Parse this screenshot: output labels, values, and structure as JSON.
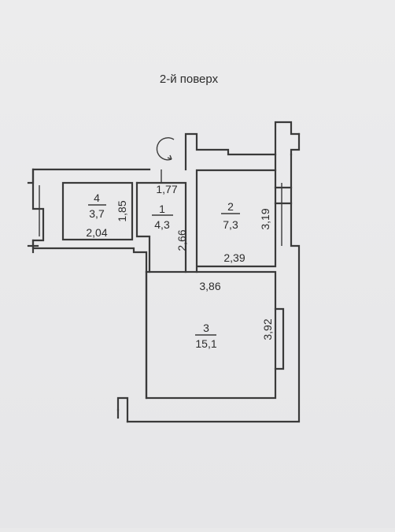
{
  "floor_title": "2-й поверх",
  "rooms": [
    {
      "number": "1",
      "area": "4,3"
    },
    {
      "number": "2",
      "area": "7,3"
    },
    {
      "number": "3",
      "area": "15,1"
    },
    {
      "number": "4",
      "area": "3,7"
    }
  ],
  "dimensions": {
    "room1_top": "1,77",
    "room1_side": "2,66",
    "room2_side": "3,19",
    "room2_bottom": "2,39",
    "room3_top": "3,86",
    "room3_side": "3,92",
    "room4_side": "1,85",
    "room4_bottom": "2,04"
  },
  "icons": {
    "stair": "spiral-stair-icon"
  }
}
